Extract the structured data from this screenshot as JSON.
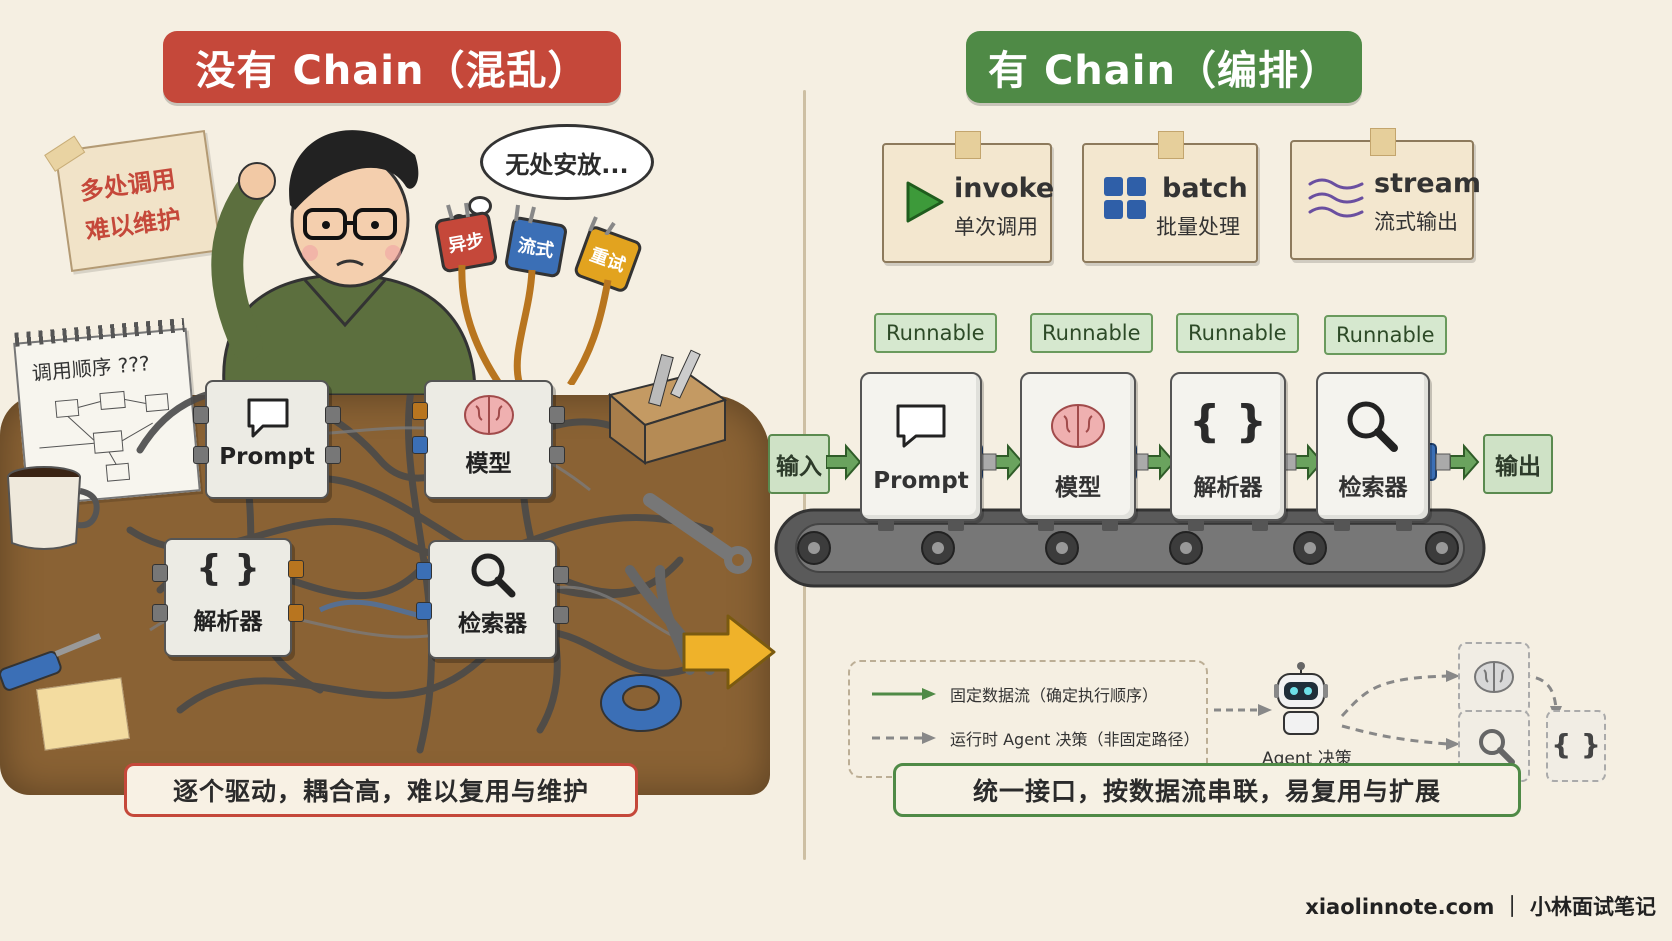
{
  "left": {
    "title": "没有 Chain（混乱）",
    "sticky_note": [
      "多处调用",
      "难以维护"
    ],
    "thought_bubble": "无处安放...",
    "plugs": [
      "异步",
      "流式",
      "重试"
    ],
    "notepad_title": "调用顺序 ???",
    "modules": [
      "Prompt",
      "模型",
      "解析器",
      "检索器"
    ],
    "module_icons": [
      "chat-bubble-icon",
      "brain-icon",
      "braces-icon",
      "magnifier-icon"
    ],
    "footer": "逐个驱动，耦合高，难以复用与维护"
  },
  "right": {
    "title": "有 Chain（编排）",
    "features": [
      {
        "name": "invoke",
        "desc": "单次调用",
        "icon": "play-icon"
      },
      {
        "name": "batch",
        "desc": "批量处理",
        "icon": "grid-icon"
      },
      {
        "name": "stream",
        "desc": "流式输出",
        "icon": "waves-icon"
      }
    ],
    "runnable_label": "Runnable",
    "input_label": "输入",
    "output_label": "输出",
    "modules": [
      "Prompt",
      "模型",
      "解析器",
      "检索器"
    ],
    "module_icons": [
      "chat-bubble-icon",
      "brain-icon",
      "braces-icon",
      "magnifier-icon"
    ],
    "legend": {
      "fixed": "固定数据流（确定执行顺序）",
      "agent": "运行时 Agent 决策（非固定路径）"
    },
    "agent_label": "Agent 决策",
    "braces": "{ }",
    "footer": "统一接口，按数据流串联，易复用与扩展"
  },
  "credit": "xiaolinnote.com ｜ 小林面试笔记",
  "colors": {
    "red": "#c5483a",
    "green": "#4f8a46",
    "background": "#f5efe2",
    "flow_green": "#4f8a46",
    "connector_blue": "#3b6fb6"
  }
}
